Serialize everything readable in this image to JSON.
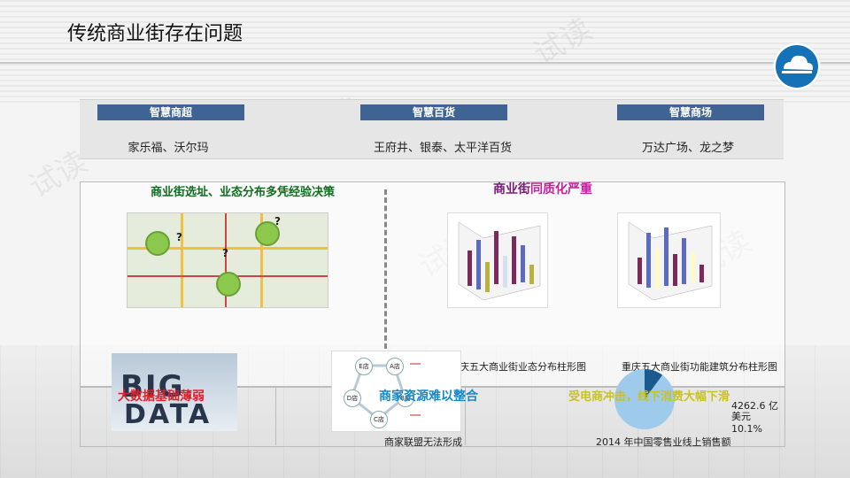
{
  "page": {
    "title": "传统商业街存在问题"
  },
  "watermark": "试读",
  "categories": [
    {
      "label": "智慧商超",
      "value": "家乐福、沃尔玛"
    },
    {
      "label": "智慧百货",
      "value": "王府井、银泰、太平洋百货"
    },
    {
      "label": "智慧商场",
      "value": "万达广场、龙之梦"
    }
  ],
  "issues": {
    "site_selection_prefix": "商业街",
    "site_selection_rest": "选址、业态分布多凭经验决策",
    "homogeneity_prefix": "商业街",
    "homogeneity_rest": "同质化严重",
    "big_data": "大数据基础薄弱",
    "merchant_integration": "商家资源难以整合",
    "ecommerce_impact": "受电商冲击，线下消费大幅下滑"
  },
  "captions": {
    "chart1": "重庆五大商业街业态分布柱形图",
    "chart2": "重庆五大商业街功能建筑分布柱形图",
    "alliance": "商家联盟无法形成",
    "ecommerce": "2014 年中国零售业线上销售额"
  },
  "pie": {
    "value": "4262.6 亿美元",
    "percent": "10.1%"
  },
  "map_marks": [
    "?",
    "?",
    "?"
  ],
  "stores": [
    "E店",
    "A店",
    "B店",
    "C店",
    "D店"
  ],
  "colors": {
    "header_bar": "#3f6392",
    "green_heading": "#0e6e1e",
    "purple_heading": "#7a1a7a",
    "red": "#e0202a",
    "blue": "#1788c8",
    "yellow": "#c9c220"
  }
}
